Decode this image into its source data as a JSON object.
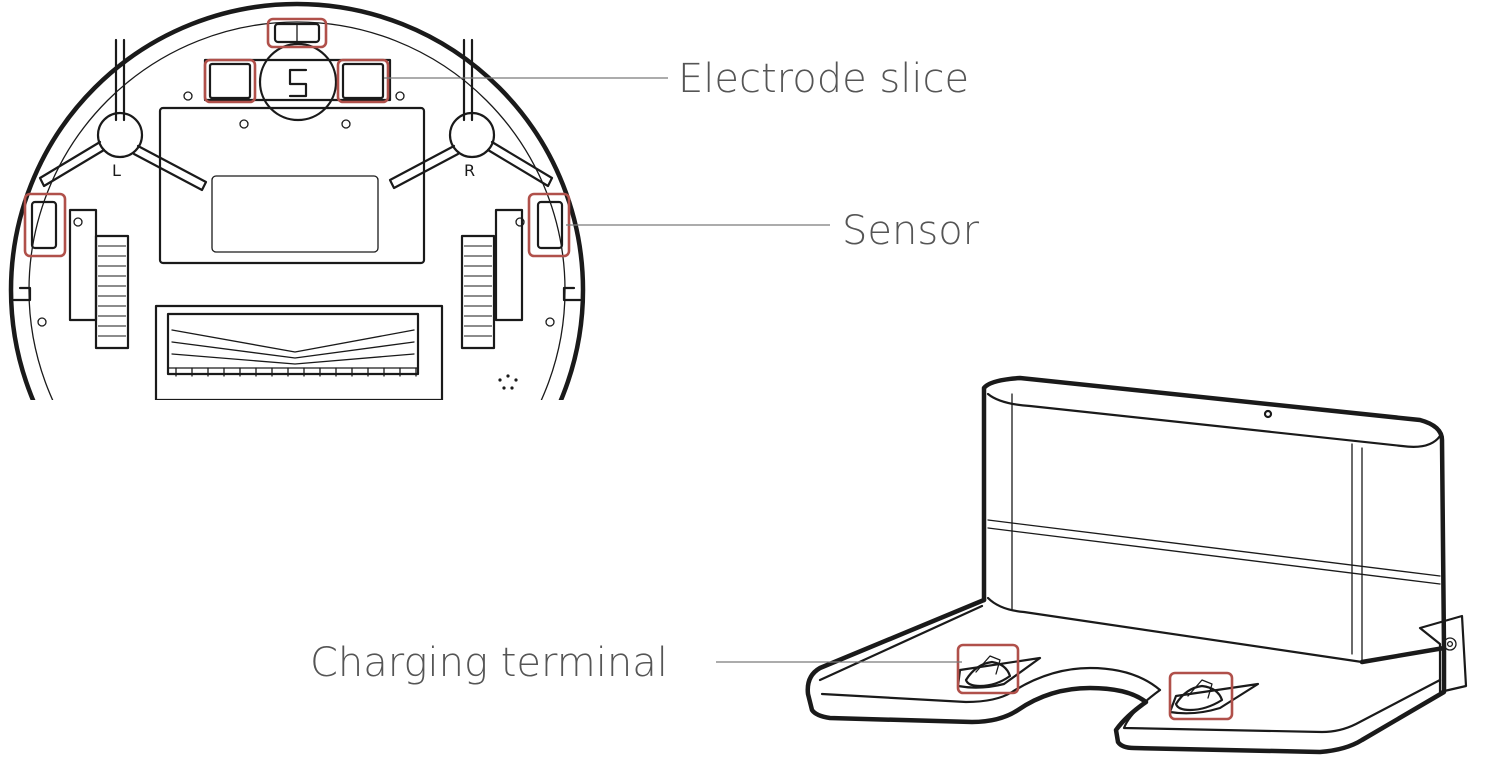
{
  "callouts": {
    "electrode": {
      "label": "Electrode slice"
    },
    "sensor": {
      "label": "Sensor"
    },
    "charging": {
      "label": "Charging terminal"
    }
  },
  "robot": {
    "left_brush_letter": "L",
    "right_brush_letter": "R"
  },
  "colors": {
    "highlight": "#b0504a",
    "line": "#1a1a1a",
    "label": "#555555",
    "leader": "#7a7a7a"
  }
}
